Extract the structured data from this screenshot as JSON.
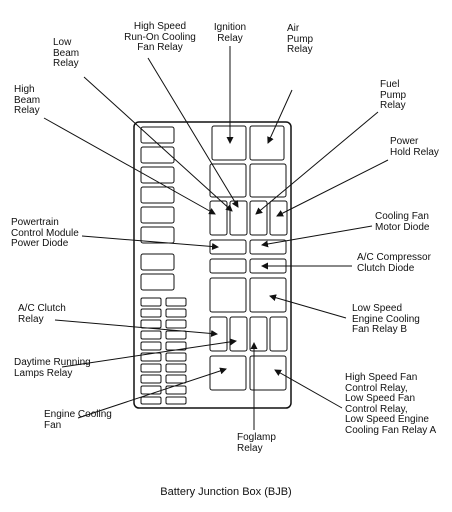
{
  "title": "Battery Junction Box (BJB)",
  "labels": {
    "high_speed_runon_relay": "High Speed\nRun-On Cooling\nFan Relay",
    "ignition_relay": "Ignition\nRelay",
    "air_pump_relay": "Air\nPump\nRelay",
    "low_beam_relay": "Low\nBeam\nRelay",
    "high_beam_relay": "High\nBeam\nRelay",
    "fuel_pump_relay": "Fuel\nPump\nRelay",
    "power_hold_relay": "Power\nHold Relay",
    "pcm_power_diode": "Powertrain\nControl Module\nPower Diode",
    "cooling_fan_motor_diode": "Cooling Fan\nMotor Diode",
    "ac_compressor_clutch_diode": "A/C Compressor\nClutch Diode",
    "ac_clutch_relay": "A/C Clutch\nRelay",
    "low_speed_fan_relay_b": "Low Speed\nEngine Cooling\nFan Relay B",
    "drl_relay": "Daytime Running\nLamps Relay",
    "high_speed_fan_control_relays": "High Speed Fan\nControl Relay,\nLow Speed Fan\nControl Relay,\nLow Speed Engine\nCooling Fan Relay A",
    "engine_cooling_fan": "Engine Cooling\nFan",
    "foglamp_relay": "Foglamp\nRelay"
  }
}
